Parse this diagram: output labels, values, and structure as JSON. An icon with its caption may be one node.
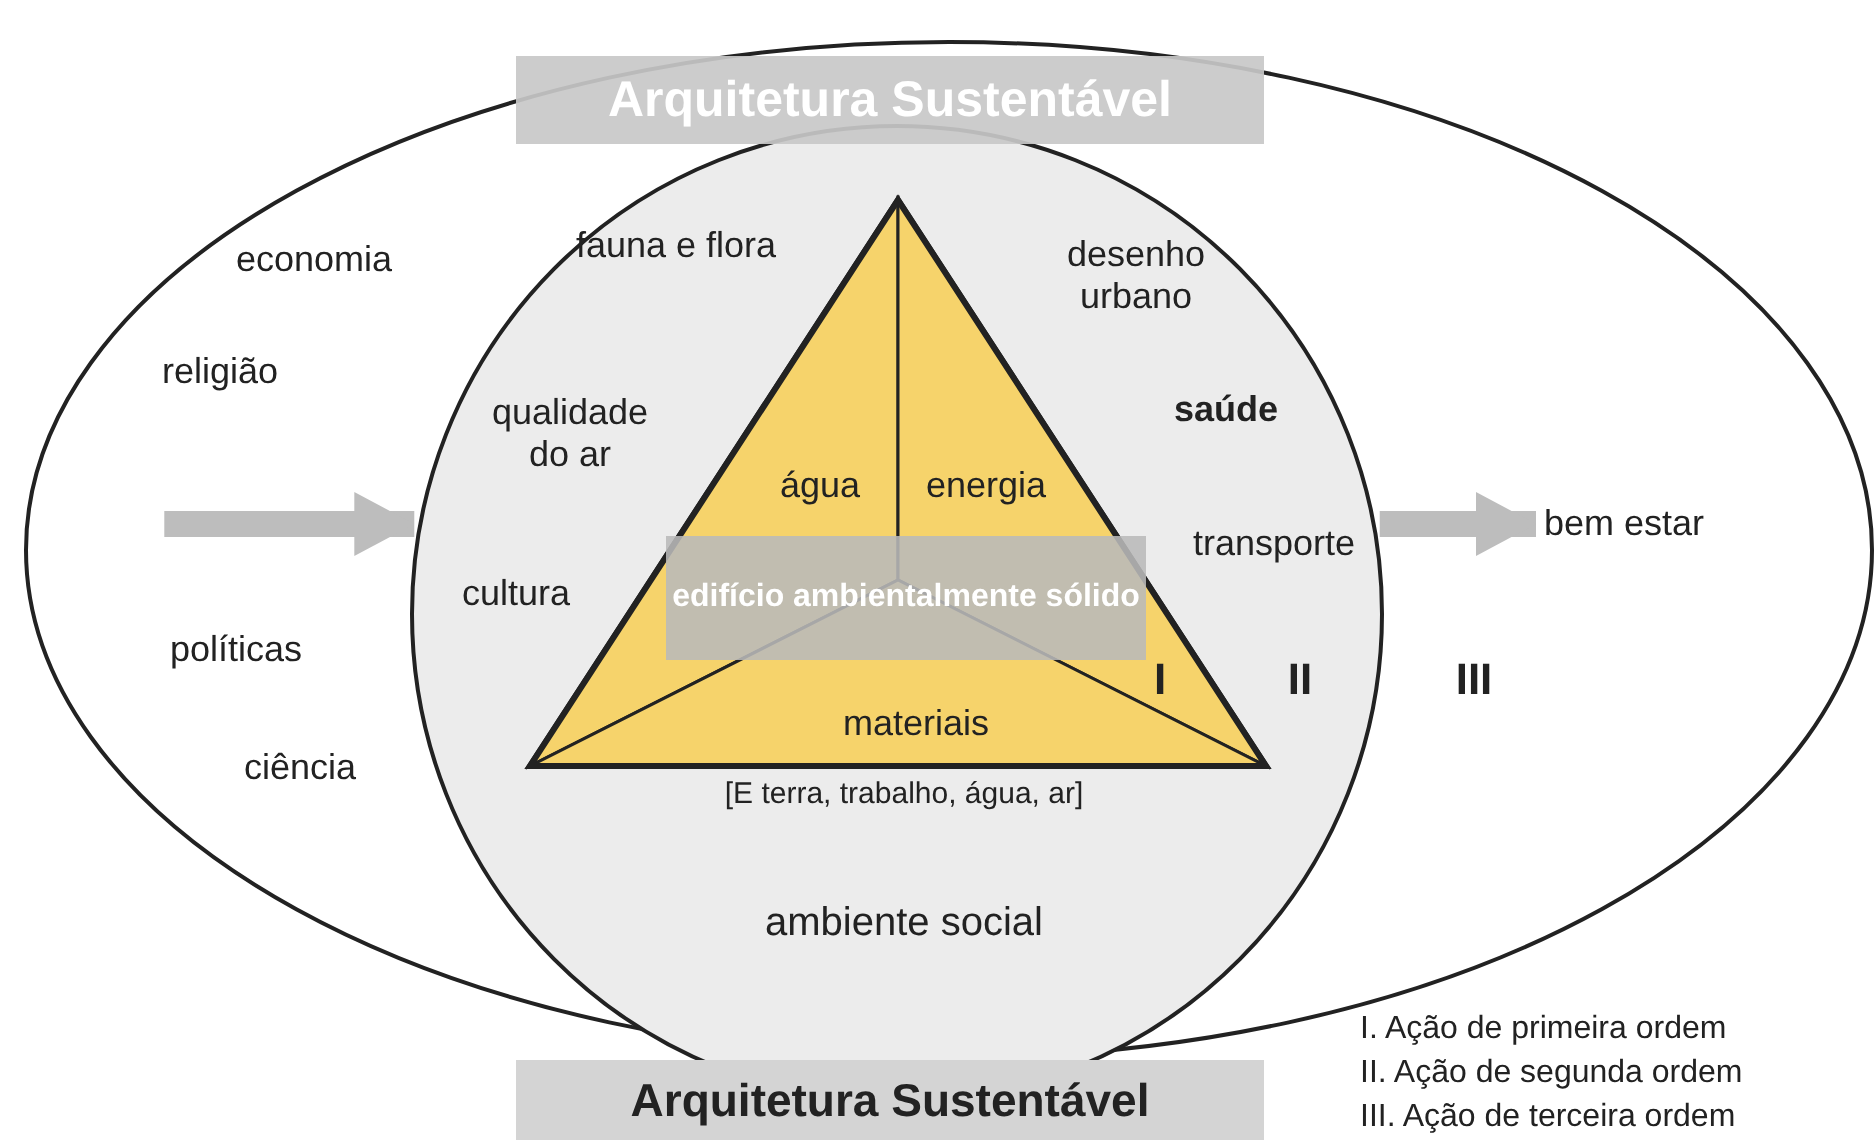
{
  "diagram": {
    "caption": "Arquitetura Sustentável",
    "nodes": [
      {
        "text": [
          "Arquitetura Sustentável"
        ]
      },
      {
        "text": [
          "ambiente social"
        ],
        "in": 0
      },
      {
        "text": [],
        "shape": "triangle",
        "in": 1,
        "beside": [
          "[E terra, trabalho, água, ar]"
        ]
      },
      {
        "text": [
          "edifício ambientalmente sólido"
        ],
        "in": 2
      },
      {
        "text": [
          "água"
        ],
        "in": 2
      },
      {
        "text": [
          "energia"
        ],
        "in": 2
      },
      {
        "text": [
          "materiais"
        ],
        "in": 2
      },
      {
        "text": [
          "bem estar"
        ],
        "in": 0
      }
    ],
    "edges": [
      {
        "from": null,
        "to": 1,
        "arrow": "to"
      },
      {
        "from": 1,
        "to": 7,
        "arrow": "to"
      }
    ],
    "labels": [
      "economia",
      "fauna e flora",
      "desenho urbano",
      "religião",
      "saúde",
      "qualidade do ar",
      "transporte",
      "cultura",
      "políticas",
      "I",
      "II",
      "III",
      "ciência",
      "I. Ação de primeira ordem",
      "II. Ação de segunda ordem",
      "III. Ação de terceira ordem"
    ]
  }
}
